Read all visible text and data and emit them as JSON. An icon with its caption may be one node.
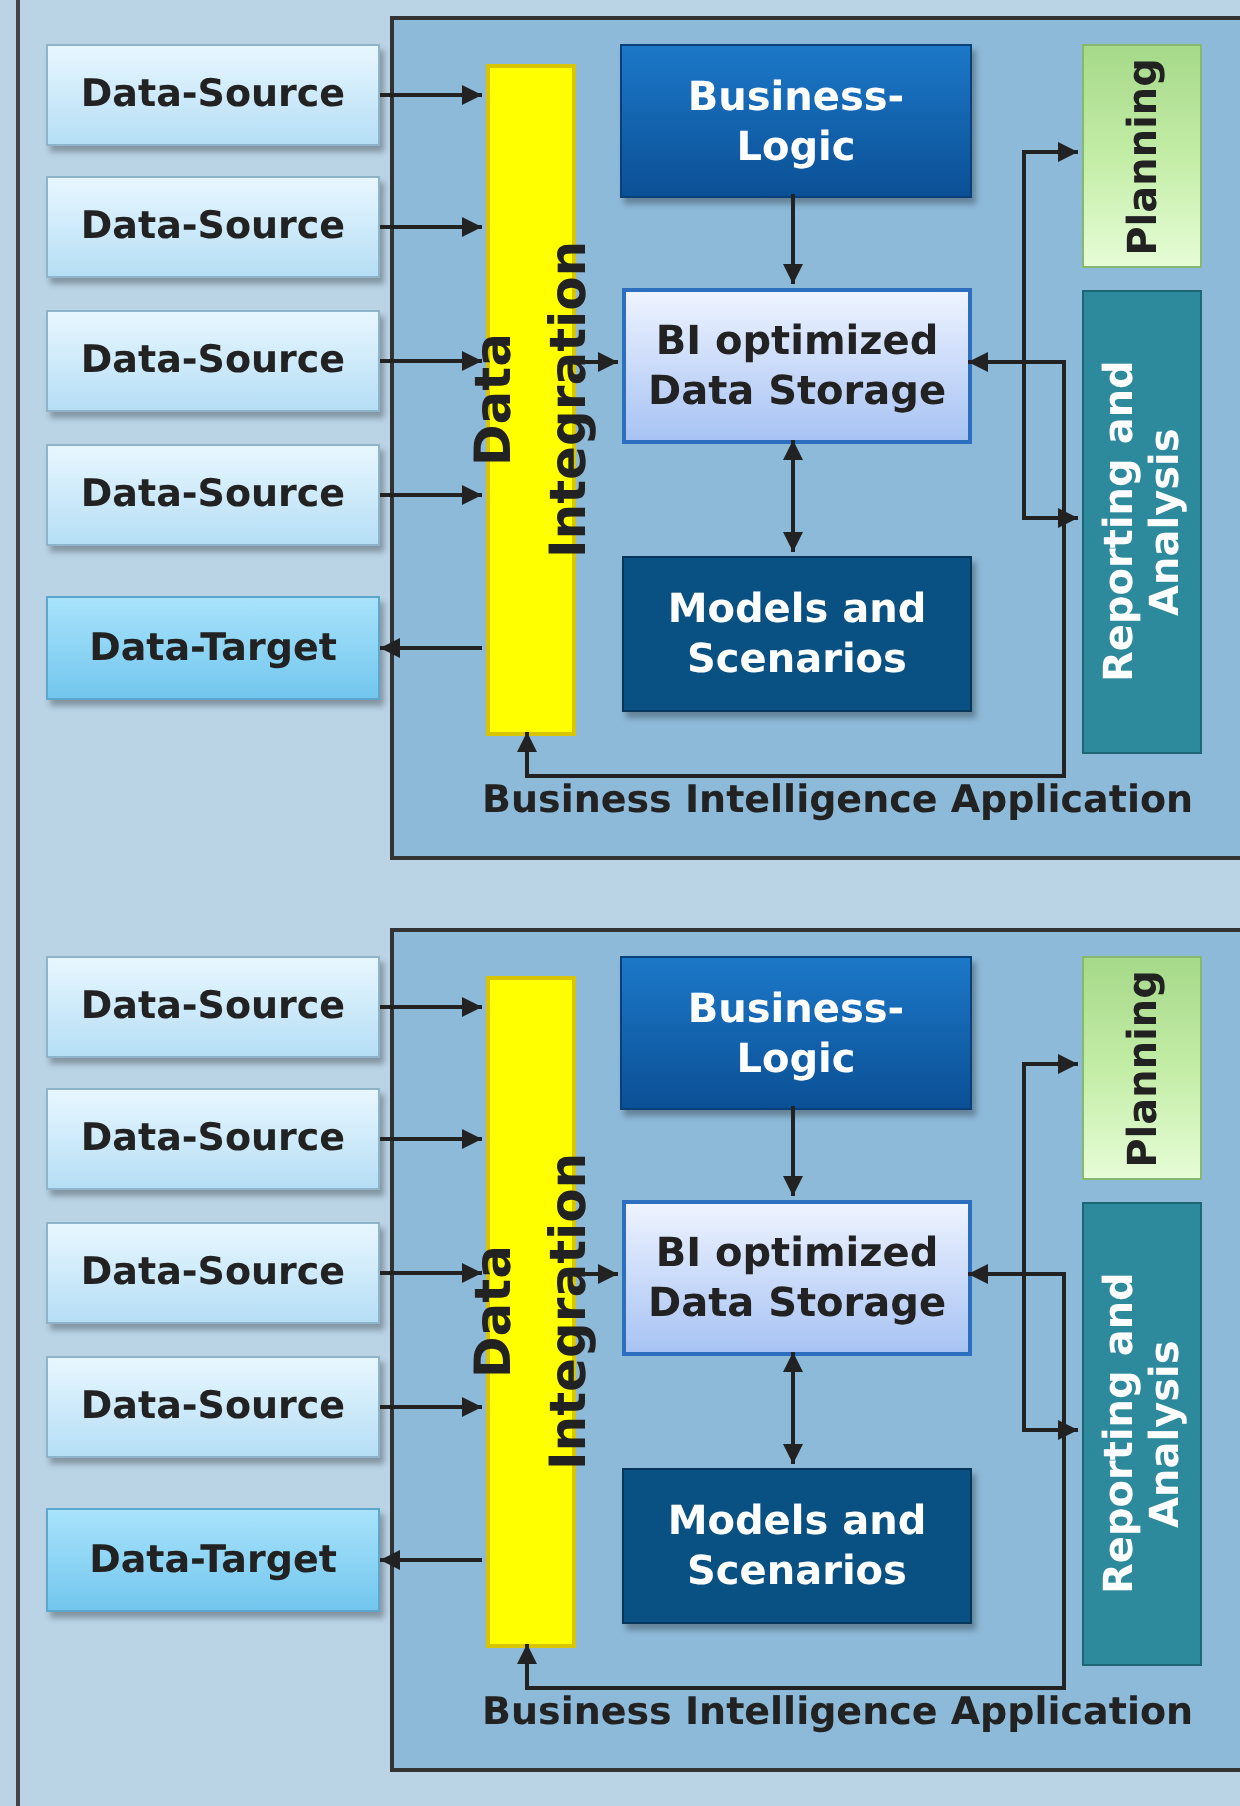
{
  "diagram": {
    "nodes": [
      {
        "text": [
          "Business Intelligence Application"
        ]
      },
      {
        "text": [
          "Data-Source"
        ]
      },
      {
        "text": [
          "Data-Source"
        ]
      },
      {
        "text": [
          "Data-Source"
        ]
      },
      {
        "text": [
          "Data-Source"
        ]
      },
      {
        "text": [
          "Data-Target"
        ]
      },
      {
        "text": [
          "Data Integration"
        ],
        "in": 0
      },
      {
        "text": [
          "Business-Logic"
        ],
        "in": 0
      },
      {
        "text": [
          "BI optimized Data Storage"
        ],
        "in": 0
      },
      {
        "text": [
          "Models and Scenarios"
        ],
        "in": 0
      },
      {
        "text": [
          "Planning"
        ],
        "in": 0
      },
      {
        "text": [
          "Reporting and Analysis"
        ],
        "in": 0
      },
      {
        "text": [
          "Business Intelligence Application"
        ]
      },
      {
        "text": [
          "Data-Source"
        ]
      },
      {
        "text": [
          "Data-Source"
        ]
      },
      {
        "text": [
          "Data-Source"
        ]
      },
      {
        "text": [
          "Data-Source"
        ]
      },
      {
        "text": [
          "Data-Target"
        ]
      },
      {
        "text": [
          "Data Integration"
        ],
        "in": 12
      },
      {
        "text": [
          "Business-Logic"
        ],
        "in": 12
      },
      {
        "text": [
          "BI optimized Data Storage"
        ],
        "in": 12
      },
      {
        "text": [
          "Models and Scenarios"
        ],
        "in": 12
      },
      {
        "text": [
          "Planning"
        ],
        "in": 12
      },
      {
        "text": [
          "Reporting and Analysis"
        ],
        "in": 12
      }
    ],
    "edges": [
      {
        "from": 1,
        "to": 6,
        "arrow": "to"
      },
      {
        "from": 2,
        "to": 6,
        "arrow": "to"
      },
      {
        "from": 3,
        "to": 6,
        "arrow": "to"
      },
      {
        "from": 4,
        "to": 6,
        "arrow": "to"
      },
      {
        "from": 6,
        "to": 5,
        "arrow": "to"
      },
      {
        "from": 6,
        "to": 8,
        "arrow": "to"
      },
      {
        "from": 7,
        "to": 8,
        "arrow": "to"
      },
      {
        "from": 8,
        "to": 9,
        "arrow": "both"
      },
      {
        "from": 8,
        "to": 10,
        "arrow": "to"
      },
      {
        "from": 8,
        "to": 11,
        "arrow": "to"
      },
      {
        "from": 8,
        "to": 6,
        "arrow": "both"
      },
      {
        "from": 13,
        "to": 18,
        "arrow": "to"
      },
      {
        "from": 14,
        "to": 18,
        "arrow": "to"
      },
      {
        "from": 15,
        "to": 18,
        "arrow": "to"
      },
      {
        "from": 16,
        "to": 18,
        "arrow": "to"
      },
      {
        "from": 18,
        "to": 17,
        "arrow": "to"
      },
      {
        "from": 18,
        "to": 20,
        "arrow": "to"
      },
      {
        "from": 19,
        "to": 20,
        "arrow": "to"
      },
      {
        "from": 20,
        "to": 21,
        "arrow": "both"
      },
      {
        "from": 20,
        "to": 22,
        "arrow": "to"
      },
      {
        "from": 20,
        "to": 23,
        "arrow": "to"
      },
      {
        "from": 20,
        "to": 18,
        "arrow": "both"
      }
    ]
  }
}
